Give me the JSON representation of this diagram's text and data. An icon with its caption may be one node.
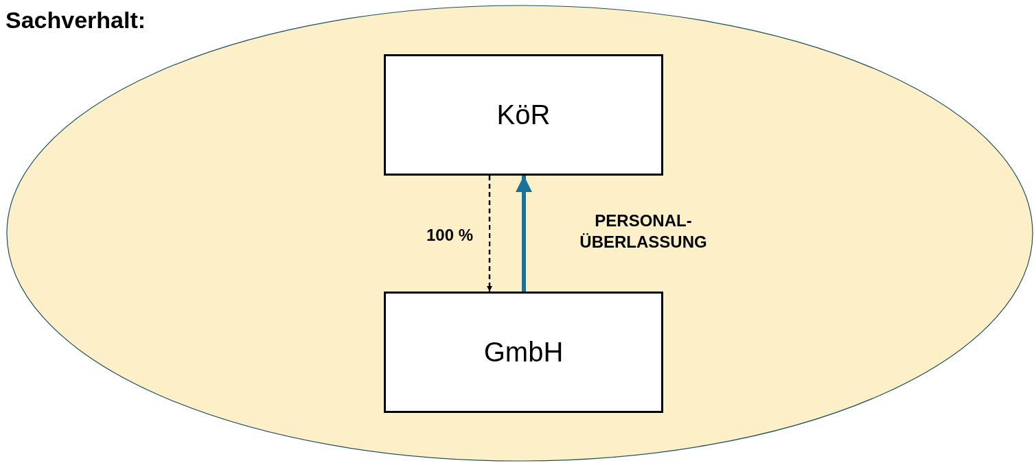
{
  "diagram": {
    "title": "Sachverhalt:",
    "nodes": [
      {
        "text": [],
        "shape": "ellipse"
      },
      {
        "text": [
          "KöR"
        ],
        "in": 0
      },
      {
        "text": [
          "GmbH"
        ],
        "in": 0
      }
    ],
    "edges": [
      {
        "from": 1,
        "to": 2,
        "arrow": "to",
        "label": "100 %",
        "style": "dashed"
      },
      {
        "from": 2,
        "to": 1,
        "arrow": "to",
        "label": "PERSONAL- ÜBERLASSUNG",
        "style": "thick",
        "color": "#19729a"
      }
    ]
  }
}
